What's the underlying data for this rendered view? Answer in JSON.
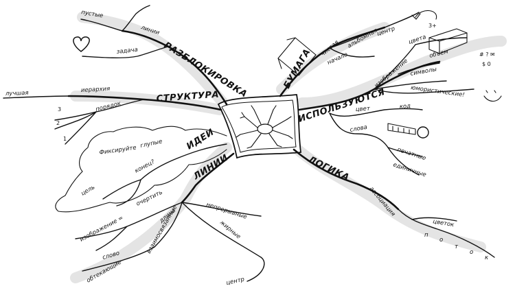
{
  "main_branches": {
    "unblock": "РАЗБЛОКИРОВКА",
    "structure": "СТРУКТУРА",
    "ideas": "ИДЕИ",
    "lines": "ЛИНИИ",
    "paper": "БУМАГА",
    "use": "ИСПОЛЬЗУЮТСЯ",
    "logic": "ЛОГИКА"
  },
  "unblock_items": {
    "empty": "пустые",
    "lines": "линии",
    "task": "задача"
  },
  "structure_items": {
    "hierarchy": "иерархия",
    "best": "лучшая",
    "order": "порядок",
    "n3": "3",
    "n2": "2",
    "n1": "1"
  },
  "ideas_items": {
    "capture": "Фиксируйте",
    "silly": "глупые",
    "end": "конец?",
    "goal": "цель",
    "outline": "очертить"
  },
  "lines_items": {
    "continuous": "непрерывные",
    "length": "длина",
    "image_eq": "изображение =",
    "word": "слово",
    "connected": "взаимосвязанные",
    "wrapping": "обтекающие",
    "bold": "жирные",
    "center": "центр"
  },
  "paper_items": {
    "clean": "чистая",
    "landscape": "альбомная",
    "start": "начало",
    "center": "центр",
    "three_plus": "3+"
  },
  "use_items": {
    "image": "изображение",
    "color": "цвета",
    "volume": "объем",
    "symbols": "символы",
    "humorous": "юмористические!",
    "col": "цвет",
    "code": "код",
    "words": "слова",
    "printed": "печатные",
    "single": "единичные",
    "symbol_row": "# ? ✉",
    "dollar_row": "$ 0"
  },
  "logic_items": {
    "association": "ассоциация",
    "flower": "цветок",
    "flow_letters": [
      "п",
      "о",
      "т",
      "о",
      "к"
    ]
  }
}
